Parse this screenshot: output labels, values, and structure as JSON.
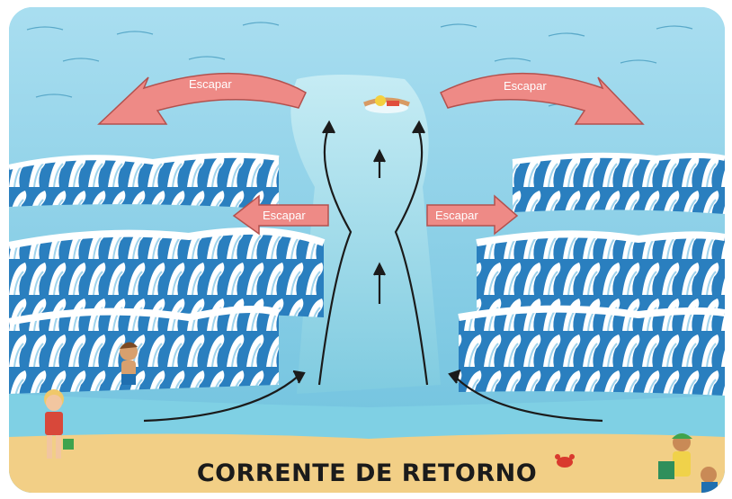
{
  "arrows": {
    "top_left": "Escapar",
    "top_right": "Escapar",
    "mid_left": "Escapar",
    "mid_right": "Escapar"
  },
  "caption": "CORRENTE DE RETORNO",
  "colors": {
    "sky_sea": "#8fd3e8",
    "deep_sea": "#5fb6d6",
    "wave_blue": "#1f6fb0",
    "wave_foam": "#ffffff",
    "escape_arrow": "#ee8a86",
    "sand": "#f2cf86",
    "current_arrow": "#1b1b1b"
  },
  "icons": [
    "swimmer-icon",
    "child-icon",
    "boy-icon",
    "crab-icon",
    "beachgoers-icon"
  ]
}
